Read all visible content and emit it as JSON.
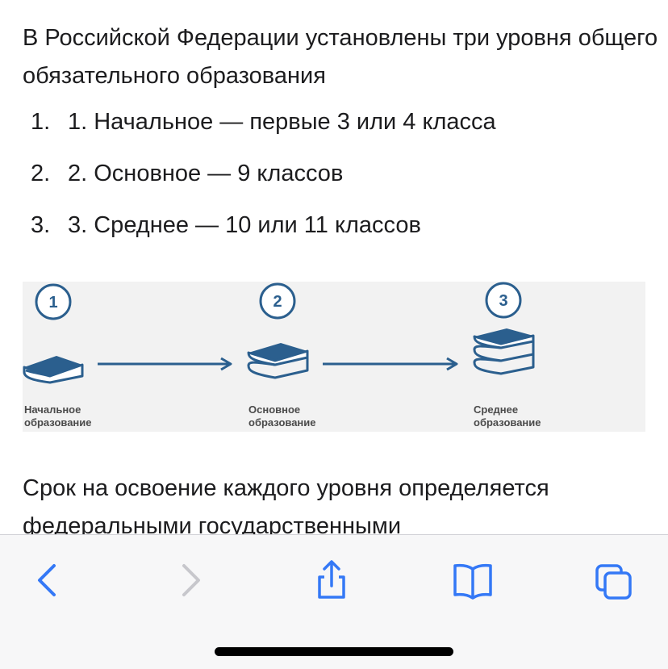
{
  "article": {
    "intro": "В Российской Федерации установлены три уровня общего обязательного образования",
    "levels": [
      {
        "num": "1.",
        "text": "1. Начальное — первые 3 или 4 класса"
      },
      {
        "num": "2.",
        "text": "2. Основное — 9 классов"
      },
      {
        "num": "3.",
        "text": "3. Среднее — 10 или 11 классов"
      }
    ],
    "closing": "Срок на освоение каждого уровня определяется федеральными государственными"
  },
  "diagram": {
    "accent_color": "#2b5f8e",
    "background_color": "#f2f2f2",
    "stages": [
      {
        "number": "1",
        "line1": "Начальное",
        "line2": "образование",
        "icon": "single-book-icon"
      },
      {
        "number": "2",
        "line1": "Основное",
        "line2": "образование",
        "icon": "two-books-icon"
      },
      {
        "number": "3",
        "line1": "Среднее",
        "line2": "образование",
        "icon": "three-books-icon"
      }
    ]
  },
  "toolbar": {
    "tint_color": "#3478f6",
    "disabled_color": "#c7c7cc",
    "buttons": [
      {
        "icon": "chevron-left-icon",
        "enabled": true
      },
      {
        "icon": "chevron-right-icon",
        "enabled": false
      },
      {
        "icon": "share-icon",
        "enabled": true
      },
      {
        "icon": "book-icon",
        "enabled": true
      },
      {
        "icon": "tabs-icon",
        "enabled": true
      }
    ]
  }
}
